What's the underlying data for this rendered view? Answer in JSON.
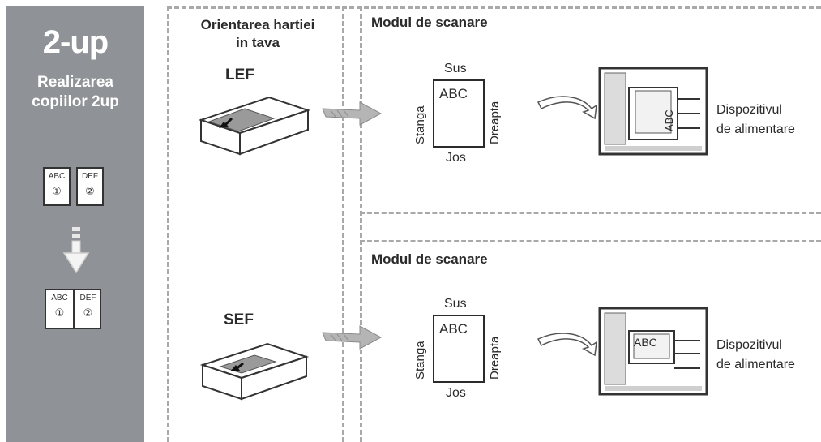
{
  "left_panel": {
    "title": "2-up",
    "subtitle_line1": "Realizarea",
    "subtitle_line2": "copiilor 2up",
    "page_a_text": "ABC",
    "page_a_num": "①",
    "page_b_text": "DEF",
    "page_b_num": "②",
    "result_a_text": "ABC",
    "result_a_num": "①",
    "result_b_text": "DEF",
    "result_b_num": "②"
  },
  "orientation": {
    "heading_line1": "Orientarea hartiei",
    "heading_line2": "in tava",
    "lef": "LEF",
    "sef": "SEF"
  },
  "scan_top": {
    "heading": "Modul de scanare",
    "top": "Sus",
    "bottom": "Jos",
    "left": "Stanga",
    "right": "Dreapta",
    "doc_text": "ABC",
    "feeder_text": "ABC",
    "feeder_line1": "Dispozitivul",
    "feeder_line2": "de alimentare"
  },
  "scan_bottom": {
    "heading": "Modul de scanare",
    "top": "Sus",
    "bottom": "Jos",
    "left": "Stanga",
    "right": "Dreapta",
    "doc_text": "ABC",
    "feeder_text": "ABC",
    "feeder_line1": "Dispozitivul",
    "feeder_line2": "de alimentare"
  },
  "colors": {
    "panel": "#8f9296",
    "arrow": "#b5b5b5",
    "dash": "#a9a9a9"
  }
}
